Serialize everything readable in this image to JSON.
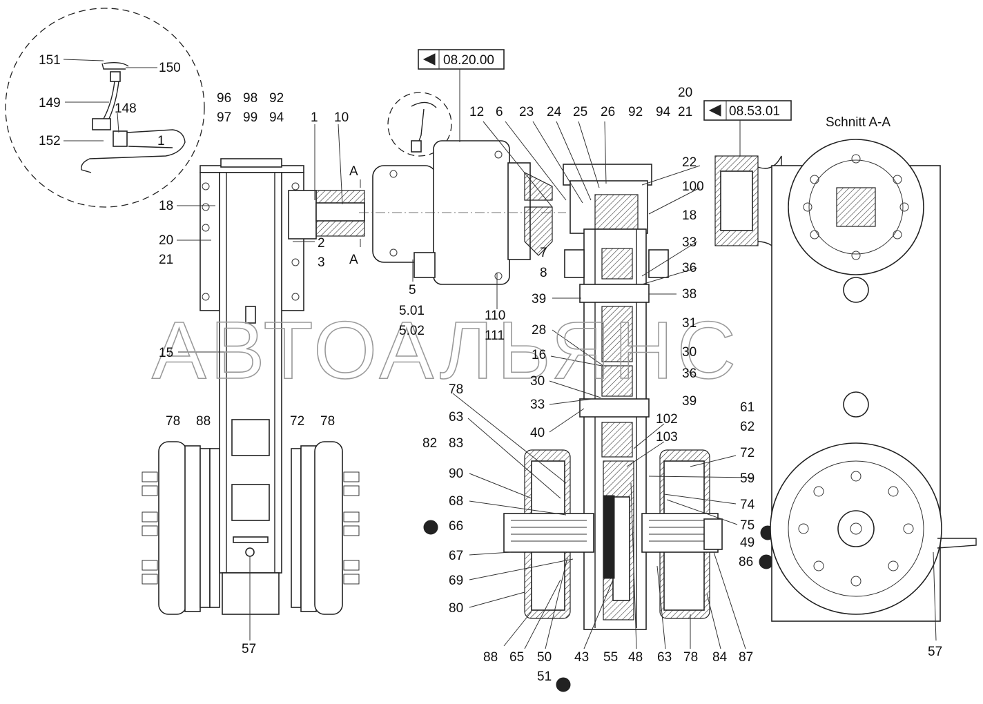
{
  "section_title": "Schnitt A-A",
  "watermark": "АВТОАЛЬЯНС",
  "section_marker": "A",
  "references": [
    {
      "id": "ref-08-20-00",
      "text": "08.20.00"
    },
    {
      "id": "ref-08-53-01",
      "text": "08.53.01"
    }
  ],
  "labels": {
    "l151": "151",
    "l150": "150",
    "l149": "149",
    "l148": "148",
    "l152": "152",
    "l1i": "1",
    "l96": "96",
    "l97": "97",
    "l98": "98",
    "l99": "99",
    "l92a": "92",
    "l94a": "94",
    "l1": "1",
    "l10": "10",
    "l18a": "18",
    "l20a": "20",
    "l21a": "21",
    "l2": "2",
    "l3": "3",
    "l5": "5",
    "l501": "5.01",
    "l502": "5.02",
    "l110": "110",
    "l111": "111",
    "l15": "15",
    "l12": "12",
    "l6": "6",
    "l23": "23",
    "l24": "24",
    "l25": "25",
    "l26": "26",
    "l92b": "92",
    "l94b": "94",
    "l20b": "20",
    "l21b": "21",
    "l22": "22",
    "l100": "100",
    "l18b": "18",
    "l7": "7",
    "l8": "8",
    "l33a": "33",
    "l36a": "36",
    "l39a": "39",
    "l38": "38",
    "l31": "31",
    "l28": "28",
    "l30a": "30",
    "l16": "16",
    "l30b": "30",
    "l36b": "36",
    "l33b": "33",
    "l39b": "39",
    "l40": "40",
    "l102": "102",
    "l103": "103",
    "l61": "61",
    "l62": "62",
    "l72a": "72",
    "l59": "59",
    "l74": "74",
    "l75": "75",
    "l49": "49",
    "l86": "86",
    "l78a": "78",
    "l88a": "88",
    "l72b": "72",
    "l78b": "78",
    "l57a": "57",
    "l78c": "78",
    "l63a": "63",
    "l82": "82",
    "l83": "83",
    "l90": "90",
    "l68": "68",
    "l66": "66",
    "l67": "67",
    "l69": "69",
    "l80": "80",
    "l88b": "88",
    "l65": "65",
    "l50": "50",
    "l51": "51",
    "l43": "43",
    "l55": "55",
    "l48": "48",
    "l63b": "63",
    "l78d": "78",
    "l84": "84",
    "l87": "87",
    "l57b": "57"
  }
}
